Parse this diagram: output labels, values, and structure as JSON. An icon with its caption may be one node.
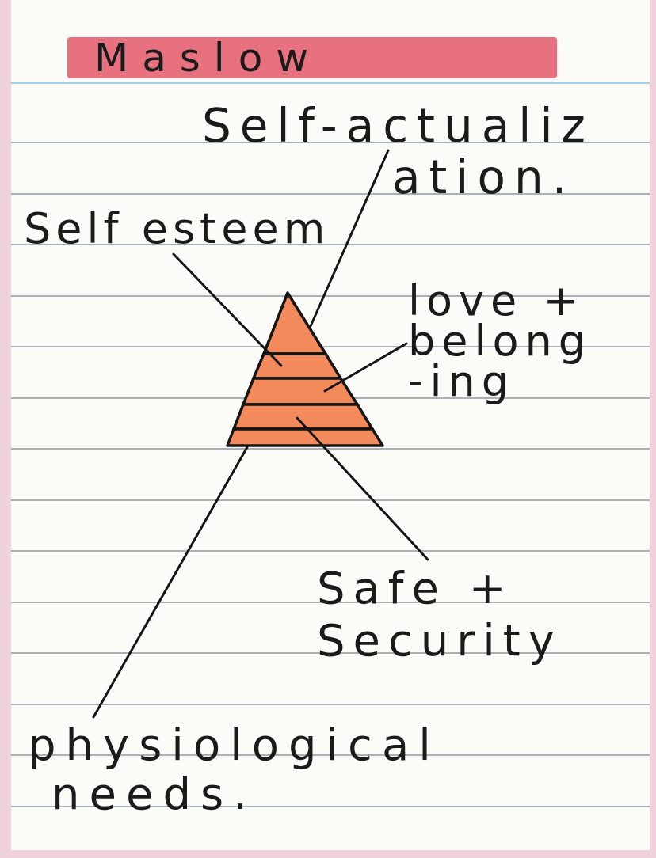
{
  "diagram": {
    "title": "Maslow",
    "nodes": [
      {
        "text": [
          "Self-actualiz ation."
        ]
      },
      {
        "text": [
          "Self esteem"
        ]
      },
      {
        "text": [
          "love + belong -ing"
        ]
      },
      {
        "text": [
          "Safe + Security"
        ]
      },
      {
        "text": [
          "physiological needs."
        ]
      },
      {
        "text": [],
        "shape": "triangle"
      },
      {
        "text": [],
        "shape": "trapezoid"
      },
      {
        "text": [],
        "shape": "trapezoid"
      },
      {
        "text": [],
        "shape": "trapezoid"
      },
      {
        "text": [],
        "shape": "trapezoid"
      }
    ],
    "edges": [
      {
        "from": 0,
        "to": 5,
        "arrow": "none"
      },
      {
        "from": 1,
        "to": 6,
        "arrow": "none"
      },
      {
        "from": 2,
        "to": 7,
        "arrow": "none"
      },
      {
        "from": 3,
        "to": 8,
        "arrow": "none"
      },
      {
        "from": 4,
        "to": 9,
        "arrow": "none"
      }
    ]
  }
}
